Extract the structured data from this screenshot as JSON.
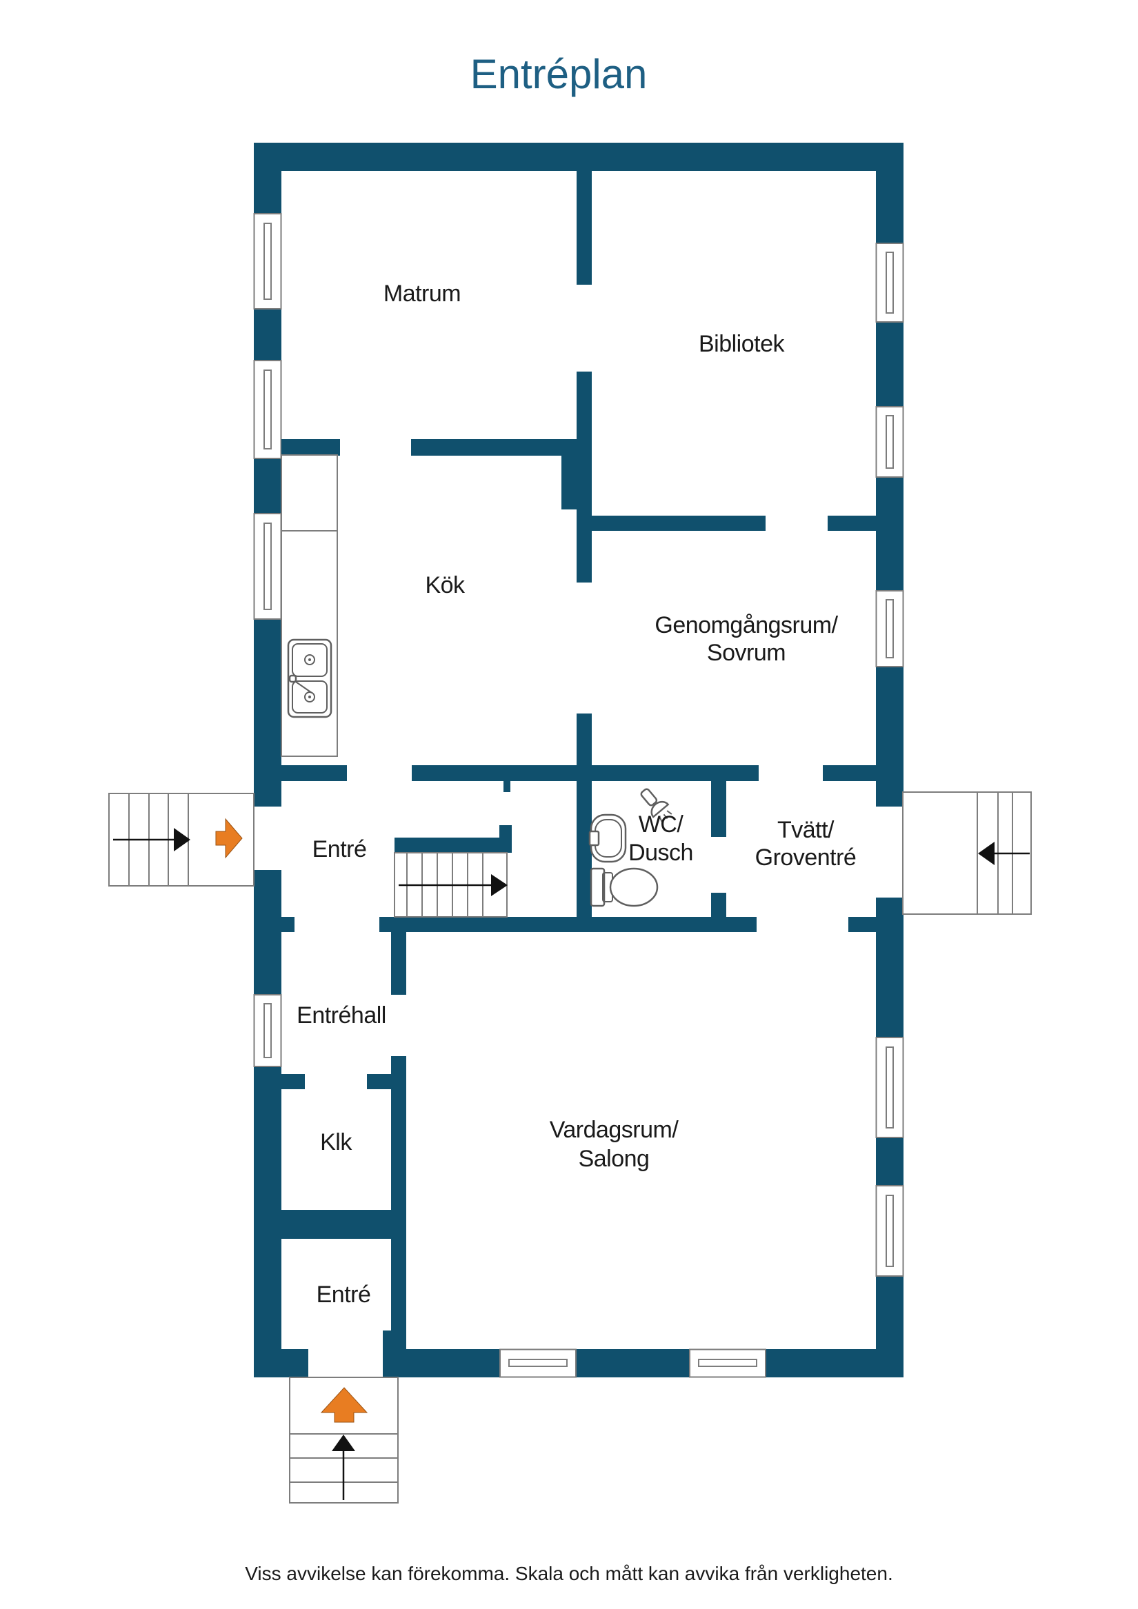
{
  "title": "Entréplan",
  "disclaimer": "Viss avvikelse kan förekomma. Skala och mått kan avvika från verkligheten.",
  "colors": {
    "wall": "#10506D",
    "title_text": "#1E5F83",
    "label_text": "#1A1A1A",
    "entry_arrow_orange": "#E87D22",
    "outline_gray": "#7D7D7D"
  },
  "rooms": {
    "matrum": {
      "label": "Matrum"
    },
    "bibliotek": {
      "label": "Bibliotek"
    },
    "kok": {
      "label": "Kök"
    },
    "genomgangsrum": {
      "line1": "Genomgångsrum/",
      "line2": "Sovrum"
    },
    "entre_left": {
      "label": "Entré"
    },
    "wc_dusch": {
      "line1": "WC/",
      "line2": "Dusch"
    },
    "tvatt": {
      "line1": "Tvätt/",
      "line2": "Groventré"
    },
    "entrehall": {
      "label": "Entréhall"
    },
    "klk": {
      "label": "Klk"
    },
    "vardagsrum": {
      "line1": "Vardagsrum/",
      "line2": "Salong"
    },
    "entre_bottom": {
      "label": "Entré"
    }
  },
  "icons": {
    "entry_arrow_left": "orange-block-arrow-pointing-right",
    "entry_arrow_bottom": "orange-block-arrow-pointing-up",
    "stair_arrow_left": "black-arrow-pointing-right",
    "stair_arrow_right": "black-arrow-pointing-left",
    "stair_arrow_bottom": "black-arrow-pointing-up",
    "stair_arrow_interior": "black-arrow-pointing-right",
    "fixtures": [
      "kitchen-double-sink",
      "shower",
      "washbasin",
      "toilet"
    ]
  }
}
